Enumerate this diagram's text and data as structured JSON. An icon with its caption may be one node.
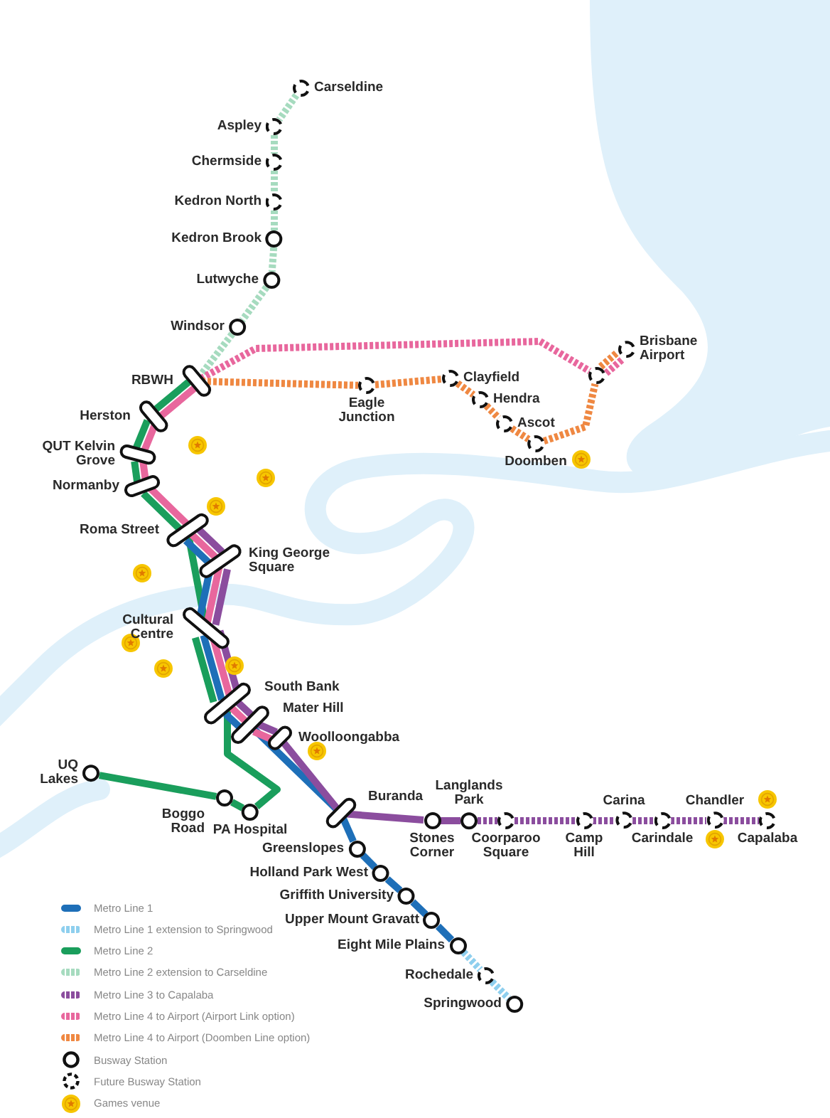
{
  "diagram": {
    "nodes": [
      {
        "text": [
          "Carseldine"
        ]
      },
      {
        "text": [
          "Aspley"
        ]
      },
      {
        "text": [
          "Chermside"
        ]
      },
      {
        "text": [
          "Kedron North"
        ]
      },
      {
        "text": [
          "Kedron Brook"
        ]
      },
      {
        "text": [
          "Lutwyche"
        ]
      },
      {
        "text": [
          "Windsor"
        ]
      },
      {
        "text": [
          "RBWH"
        ]
      },
      {
        "text": [
          "Herston"
        ]
      },
      {
        "text": [
          "QUT Kelvin Grove"
        ]
      },
      {
        "text": [
          "Normanby"
        ]
      },
      {
        "text": [
          "Roma Street"
        ]
      },
      {
        "text": [
          "King George Square"
        ]
      },
      {
        "text": [
          "Cultural Centre"
        ]
      },
      {
        "text": [
          "South Bank"
        ]
      },
      {
        "text": [
          "Mater Hill"
        ]
      },
      {
        "text": [
          "Woolloongabba"
        ]
      },
      {
        "text": [
          "UQ Lakes"
        ]
      },
      {
        "text": [
          "Boggo Road"
        ]
      },
      {
        "text": [
          "PA Hospital"
        ]
      },
      {
        "text": [
          "Buranda"
        ]
      },
      {
        "text": [
          "Greenslopes"
        ]
      },
      {
        "text": [
          "Holland Park West"
        ]
      },
      {
        "text": [
          "Griffith University"
        ]
      },
      {
        "text": [
          "Upper Mount Gravatt"
        ]
      },
      {
        "text": [
          "Eight Mile Plains"
        ]
      },
      {
        "text": [
          "Rochedale"
        ]
      },
      {
        "text": [
          "Springwood"
        ]
      },
      {
        "text": [
          "Stones Corner"
        ]
      },
      {
        "text": [
          "Langlands Park"
        ]
      },
      {
        "text": [
          "Coorparoo Square"
        ]
      },
      {
        "text": [
          "Camp Hill"
        ]
      },
      {
        "text": [
          "Carina"
        ]
      },
      {
        "text": [
          "Carindale"
        ]
      },
      {
        "text": [
          "Chandler"
        ]
      },
      {
        "text": [
          "Capalaba"
        ]
      },
      {
        "text": [
          "Eagle Junction"
        ]
      },
      {
        "text": [
          "Clayfield"
        ]
      },
      {
        "text": [
          "Hendra"
        ]
      },
      {
        "text": [
          "Ascot"
        ]
      },
      {
        "text": [
          "Doomben"
        ]
      },
      {
        "text": [],
        "shape": "circle"
      },
      {
        "text": [
          "Brisbane Airport"
        ]
      }
    ],
    "edges": [
      {
        "from": 0,
        "to": 1,
        "arrow": "none",
        "style": "dashed",
        "color": "#a6dbbf"
      },
      {
        "from": 1,
        "to": 2,
        "arrow": "none",
        "style": "dashed",
        "color": "#a6dbbf"
      },
      {
        "from": 2,
        "to": 3,
        "arrow": "none",
        "style": "dashed",
        "color": "#a6dbbf"
      },
      {
        "from": 3,
        "to": 4,
        "arrow": "none",
        "style": "dashed",
        "color": "#a6dbbf"
      },
      {
        "from": 4,
        "to": 5,
        "arrow": "none",
        "style": "dashed",
        "color": "#a6dbbf"
      },
      {
        "from": 5,
        "to": 6,
        "arrow": "none",
        "style": "dashed",
        "color": "#a6dbbf"
      },
      {
        "from": 6,
        "to": 7,
        "arrow": "none",
        "style": "dashed",
        "color": "#a6dbbf"
      },
      {
        "from": 7,
        "to": 8,
        "arrow": "none",
        "color": "#1a9e5c"
      },
      {
        "from": 8,
        "to": 9,
        "arrow": "none",
        "color": "#1a9e5c"
      },
      {
        "from": 9,
        "to": 10,
        "arrow": "none",
        "color": "#1a9e5c"
      },
      {
        "from": 10,
        "to": 11,
        "arrow": "none",
        "color": "#1a9e5c"
      },
      {
        "from": 11,
        "to": 13,
        "arrow": "none",
        "color": "#1a9e5c"
      },
      {
        "from": 13,
        "to": 14,
        "arrow": "none",
        "color": "#1a9e5c"
      },
      {
        "from": 14,
        "to": 19,
        "arrow": "none",
        "color": "#1a9e5c"
      },
      {
        "from": 19,
        "to": 18,
        "arrow": "none",
        "color": "#1a9e5c"
      },
      {
        "from": 18,
        "to": 17,
        "arrow": "none",
        "color": "#1a9e5c"
      },
      {
        "from": 11,
        "to": 12,
        "arrow": "none",
        "color": "#1e6fb8"
      },
      {
        "from": 12,
        "to": 13,
        "arrow": "none",
        "color": "#1e6fb8"
      },
      {
        "from": 13,
        "to": 14,
        "arrow": "none",
        "color": "#1e6fb8"
      },
      {
        "from": 14,
        "to": 15,
        "arrow": "none",
        "color": "#1e6fb8"
      },
      {
        "from": 15,
        "to": 20,
        "arrow": "none",
        "color": "#1e6fb8"
      },
      {
        "from": 20,
        "to": 21,
        "arrow": "none",
        "color": "#1e6fb8"
      },
      {
        "from": 21,
        "to": 22,
        "arrow": "none",
        "color": "#1e6fb8"
      },
      {
        "from": 22,
        "to": 23,
        "arrow": "none",
        "color": "#1e6fb8"
      },
      {
        "from": 23,
        "to": 24,
        "arrow": "none",
        "color": "#1e6fb8"
      },
      {
        "from": 24,
        "to": 25,
        "arrow": "none",
        "color": "#1e6fb8"
      },
      {
        "from": 25,
        "to": 26,
        "arrow": "none",
        "style": "dashed",
        "color": "#8ecfee"
      },
      {
        "from": 26,
        "to": 27,
        "arrow": "none",
        "style": "dashed",
        "color": "#8ecfee"
      },
      {
        "from": 7,
        "to": 8,
        "arrow": "none",
        "color": "#e8679d"
      },
      {
        "from": 8,
        "to": 9,
        "arrow": "none",
        "color": "#e8679d"
      },
      {
        "from": 9,
        "to": 10,
        "arrow": "none",
        "color": "#e8679d"
      },
      {
        "from": 10,
        "to": 11,
        "arrow": "none",
        "color": "#e8679d"
      },
      {
        "from": 11,
        "to": 12,
        "arrow": "none",
        "color": "#e8679d"
      },
      {
        "from": 12,
        "to": 13,
        "arrow": "none",
        "color": "#e8679d"
      },
      {
        "from": 13,
        "to": 14,
        "arrow": "none",
        "color": "#e8679d"
      },
      {
        "from": 14,
        "to": 15,
        "arrow": "none",
        "color": "#e8679d"
      },
      {
        "from": 15,
        "to": 16,
        "arrow": "none",
        "color": "#e8679d"
      },
      {
        "from": 7,
        "to": 41,
        "arrow": "none",
        "style": "dashed",
        "color": "#e8679d"
      },
      {
        "from": 41,
        "to": 42,
        "arrow": "none",
        "style": "dashed",
        "color": "#e8679d"
      },
      {
        "from": 11,
        "to": 12,
        "arrow": "none",
        "color": "#8b4d9e"
      },
      {
        "from": 12,
        "to": 13,
        "arrow": "none",
        "color": "#8b4d9e"
      },
      {
        "from": 13,
        "to": 14,
        "arrow": "none",
        "color": "#8b4d9e"
      },
      {
        "from": 14,
        "to": 15,
        "arrow": "none",
        "color": "#8b4d9e"
      },
      {
        "from": 15,
        "to": 16,
        "arrow": "none",
        "color": "#8b4d9e"
      },
      {
        "from": 16,
        "to": 20,
        "arrow": "none",
        "color": "#8b4d9e"
      },
      {
        "from": 20,
        "to": 28,
        "arrow": "none",
        "color": "#8b4d9e"
      },
      {
        "from": 28,
        "to": 29,
        "arrow": "none",
        "color": "#8b4d9e"
      },
      {
        "from": 29,
        "to": 30,
        "arrow": "none",
        "style": "dashed",
        "color": "#8b4d9e"
      },
      {
        "from": 30,
        "to": 31,
        "arrow": "none",
        "style": "dashed",
        "color": "#8b4d9e"
      },
      {
        "from": 31,
        "to": 32,
        "arrow": "none",
        "style": "dashed",
        "color": "#8b4d9e"
      },
      {
        "from": 32,
        "to": 33,
        "arrow": "none",
        "style": "dashed",
        "color": "#8b4d9e"
      },
      {
        "from": 33,
        "to": 34,
        "arrow": "none",
        "style": "dashed",
        "color": "#8b4d9e"
      },
      {
        "from": 34,
        "to": 35,
        "arrow": "none",
        "style": "dashed",
        "color": "#8b4d9e"
      },
      {
        "from": 7,
        "to": 36,
        "arrow": "none",
        "style": "dashed",
        "color": "#ef8842"
      },
      {
        "from": 36,
        "to": 37,
        "arrow": "none",
        "style": "dashed",
        "color": "#ef8842"
      },
      {
        "from": 37,
        "to": 38,
        "arrow": "none",
        "style": "dashed",
        "color": "#ef8842"
      },
      {
        "from": 38,
        "to": 39,
        "arrow": "none",
        "style": "dashed",
        "color": "#ef8842"
      },
      {
        "from": 39,
        "to": 40,
        "arrow": "none",
        "style": "dashed",
        "color": "#ef8842"
      },
      {
        "from": 40,
        "to": 41,
        "arrow": "none",
        "style": "dashed",
        "color": "#ef8842"
      },
      {
        "from": 41,
        "to": 42,
        "arrow": "none",
        "style": "dashed",
        "color": "#ef8842"
      }
    ],
    "legend": [
      {
        "text": "Metro Line 1",
        "color": "#1e6fb8"
      },
      {
        "text": "Metro Line 1 extension to Springwood",
        "color": "#8ecfee"
      },
      {
        "text": "Metro Line 2",
        "color": "#1a9e5c"
      },
      {
        "text": "Metro Line 2 extension to Carseldine",
        "color": "#a6dbbf"
      },
      {
        "text": "Metro Line 3 to Capalaba",
        "color": "#8b4d9e"
      },
      {
        "text": "Metro Line 4 to Airport (Airport Link option)",
        "color": "#e8679d"
      },
      {
        "text": "Metro Line 4 to Airport (Doomben Line option)",
        "color": "#ef8842"
      },
      {
        "text": "Busway Station"
      },
      {
        "text": "Future Busway Station"
      },
      {
        "text": "Games venue"
      }
    ]
  }
}
